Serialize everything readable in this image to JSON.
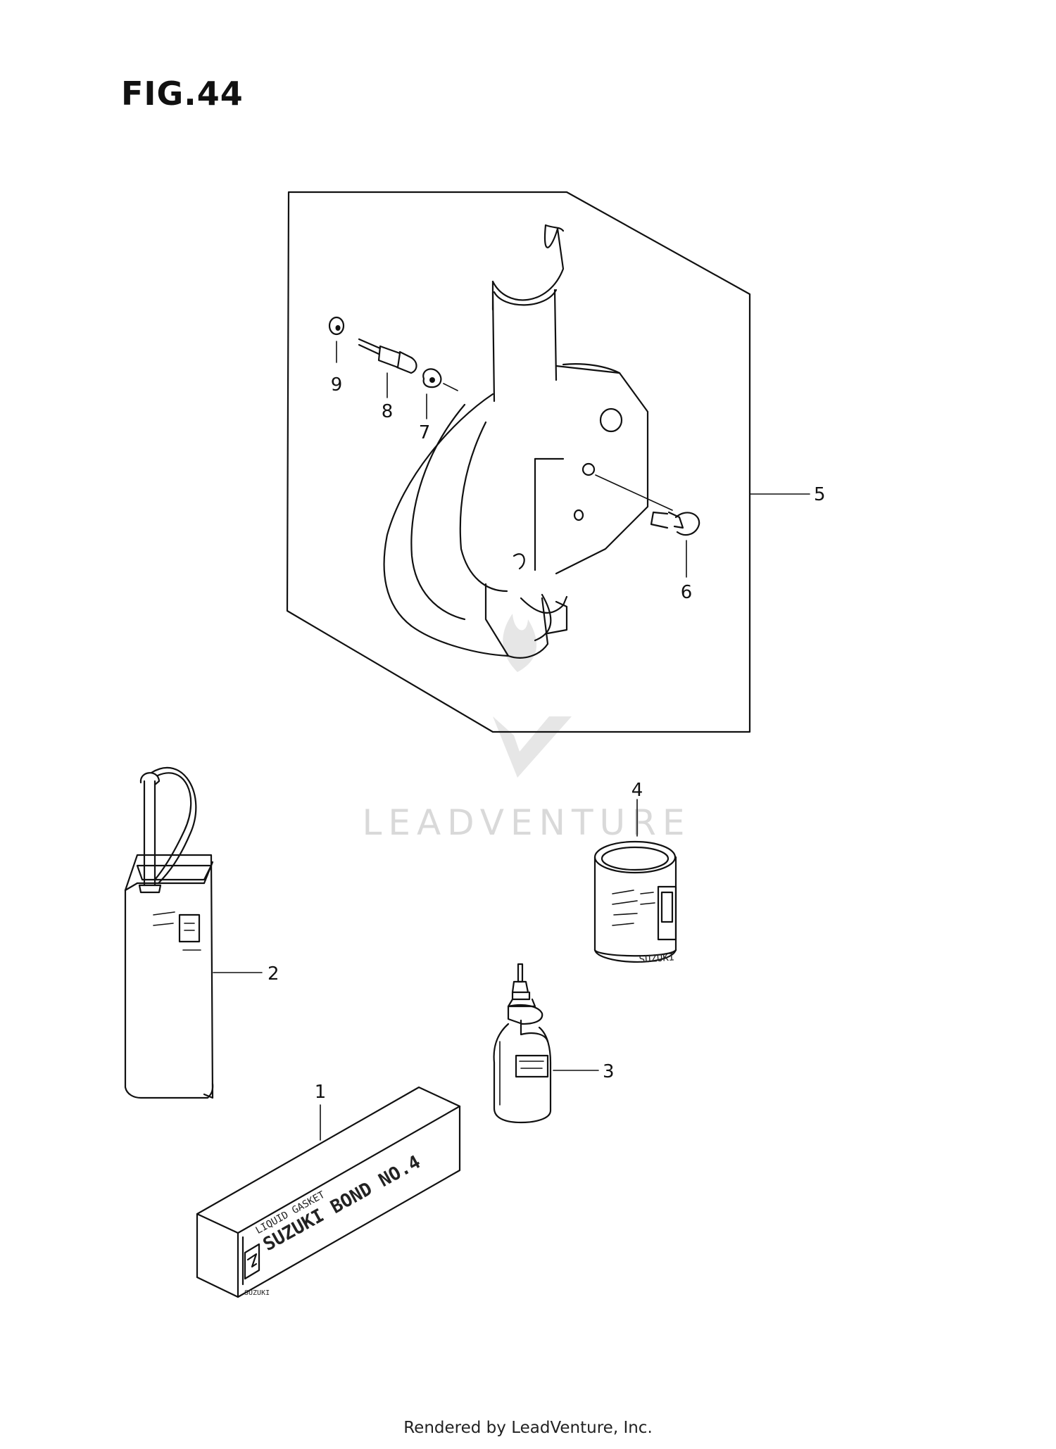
{
  "figure": {
    "title": "FIG.44"
  },
  "callouts": [
    {
      "id": "1",
      "label": "1"
    },
    {
      "id": "2",
      "label": "2"
    },
    {
      "id": "3",
      "label": "3"
    },
    {
      "id": "4",
      "label": "4"
    },
    {
      "id": "5",
      "label": "5"
    },
    {
      "id": "6",
      "label": "6"
    },
    {
      "id": "7",
      "label": "7"
    },
    {
      "id": "8",
      "label": "8"
    },
    {
      "id": "9",
      "label": "9"
    }
  ],
  "package_text": {
    "box_small": "LIQUID GASKET",
    "box_brand": "SUZUKI BOND NO.4",
    "box_logo": "SUZUKI",
    "can_brand": "SUZUKI"
  },
  "watermark": {
    "text": "LEADVENTURE"
  },
  "footer": {
    "text": "Rendered by LeadVenture, Inc."
  }
}
